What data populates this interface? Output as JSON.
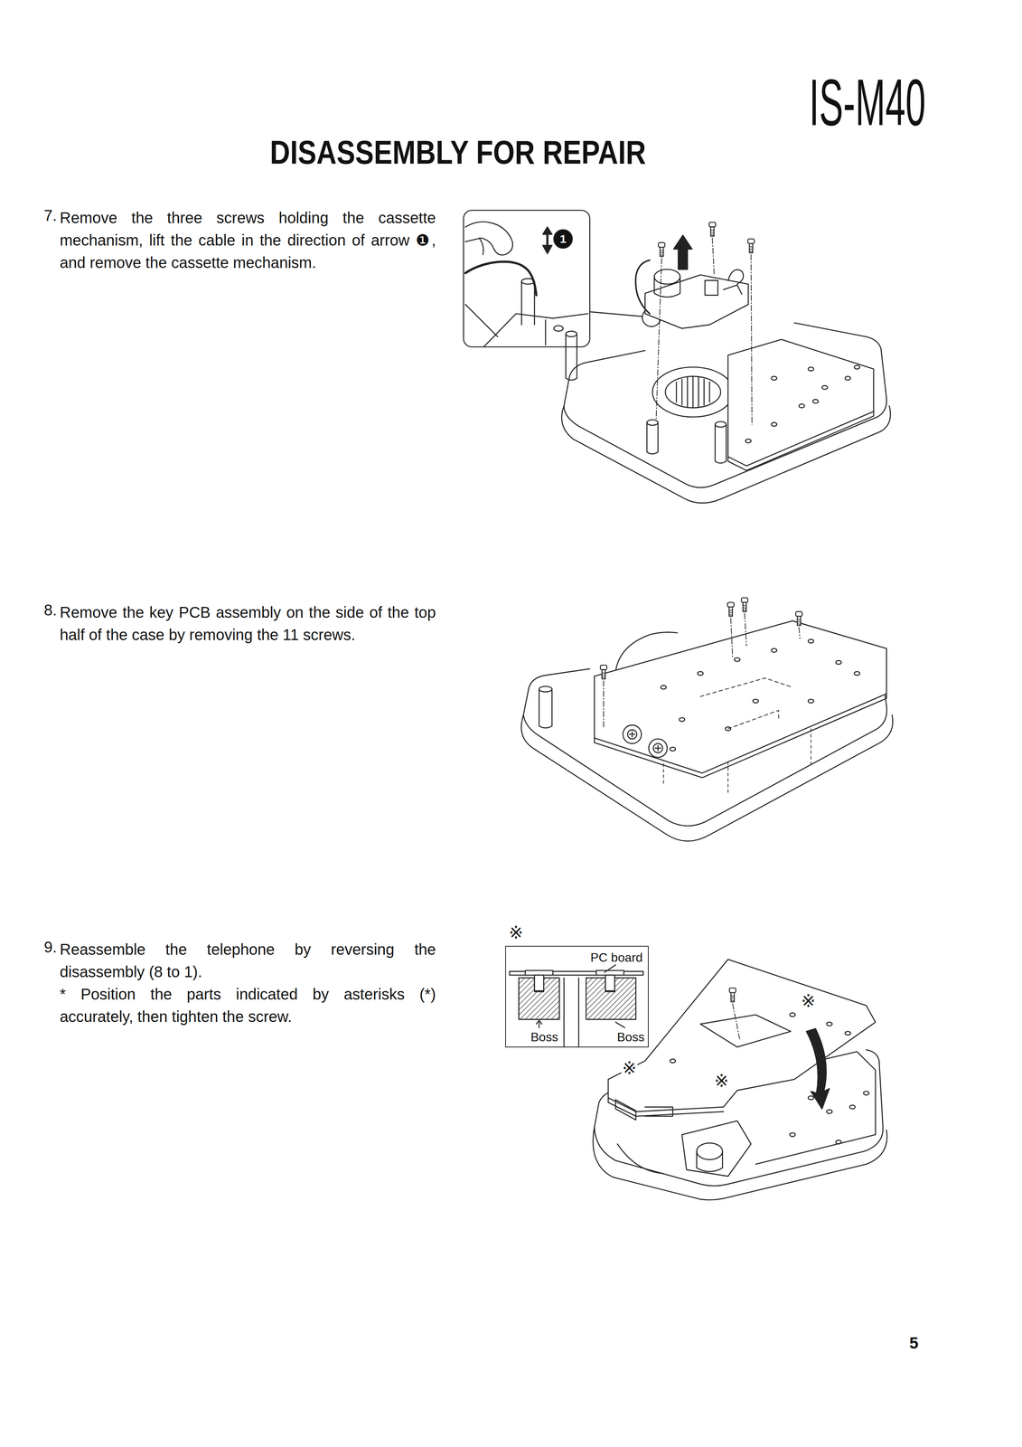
{
  "diagram": {
    "title": "DISASSEMBLY FOR REPAIR",
    "nodes": [
      {
        "text": [
          "PC board",
          "Boss",
          "Boss"
        ]
      }
    ],
    "labels": [
      "IS-M40",
      "7.",
      "Remove the three screws holding the cassette mechanism, lift the cable in the direction of arrow ❶, and remove the cassette mechanism.",
      "1",
      "8.",
      "Remove the key PCB assembly on the side of the top half of the case by removing the 11 screws.",
      "9.",
      "Reassemble the telephone by reversing the disassembly (8 to 1).",
      "* Position the parts indicated by asterisks (*) accurately, then tighten the screw.",
      "※",
      "※",
      "※",
      "※",
      "5"
    ]
  }
}
